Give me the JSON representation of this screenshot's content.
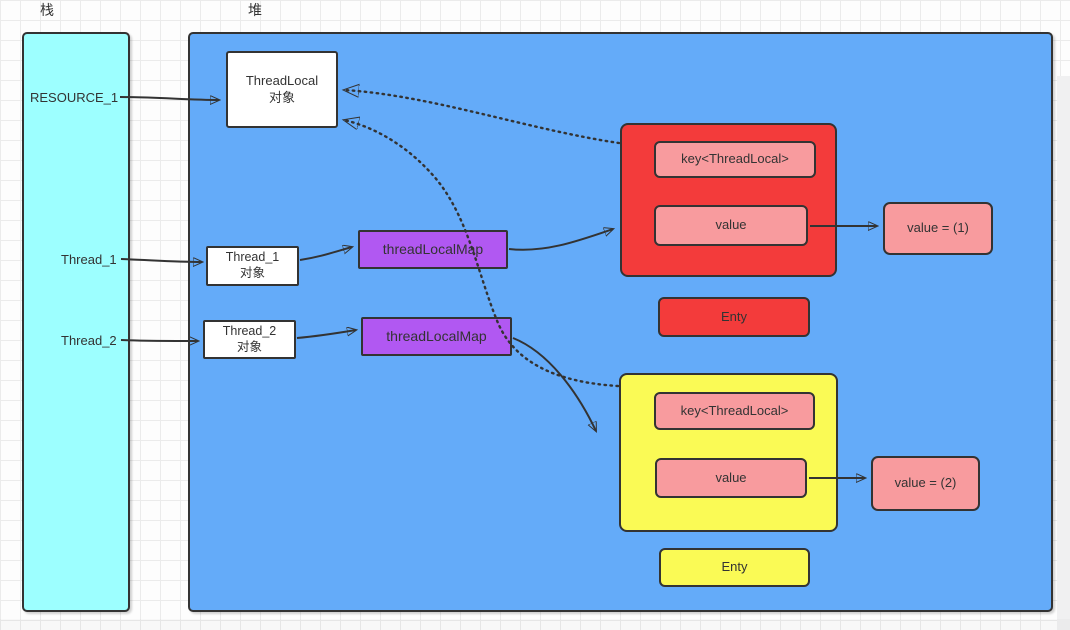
{
  "page": {
    "stack_region_label": "栈",
    "heap_region_label": "堆"
  },
  "stack": {
    "items": [
      {
        "label": "RESOURCE_1"
      },
      {
        "label": "Thread_1"
      },
      {
        "label": "Thread_2"
      }
    ]
  },
  "heap": {
    "threadlocal_object": {
      "title": "ThreadLocal",
      "subtitle": "对象"
    },
    "thread1_object": {
      "title": "Thread_1",
      "subtitle": "对象"
    },
    "thread2_object": {
      "title": "Thread_2",
      "subtitle": "对象"
    },
    "map1_label": "threadLocalMap",
    "map2_label": "threadLocalMap",
    "entry1": {
      "key_label": "key<ThreadLocal>",
      "value_label": "value",
      "result_label": "value = (1)",
      "tag_label": "Enty"
    },
    "entry2": {
      "key_label": "key<ThreadLocal>",
      "value_label": "value",
      "result_label": "value = (2)",
      "tag_label": "Enty"
    }
  },
  "colors": {
    "stack_fill": "#9DFFFF",
    "heap_fill": "#64ABF9",
    "object_fill": "#FFFFFF",
    "map_fill": "#B158F2",
    "entry1_fill": "#F33B3B",
    "entry2_fill": "#FAFA55",
    "key_value_fill": "#F89B9E",
    "connector_stroke": "#333333"
  }
}
